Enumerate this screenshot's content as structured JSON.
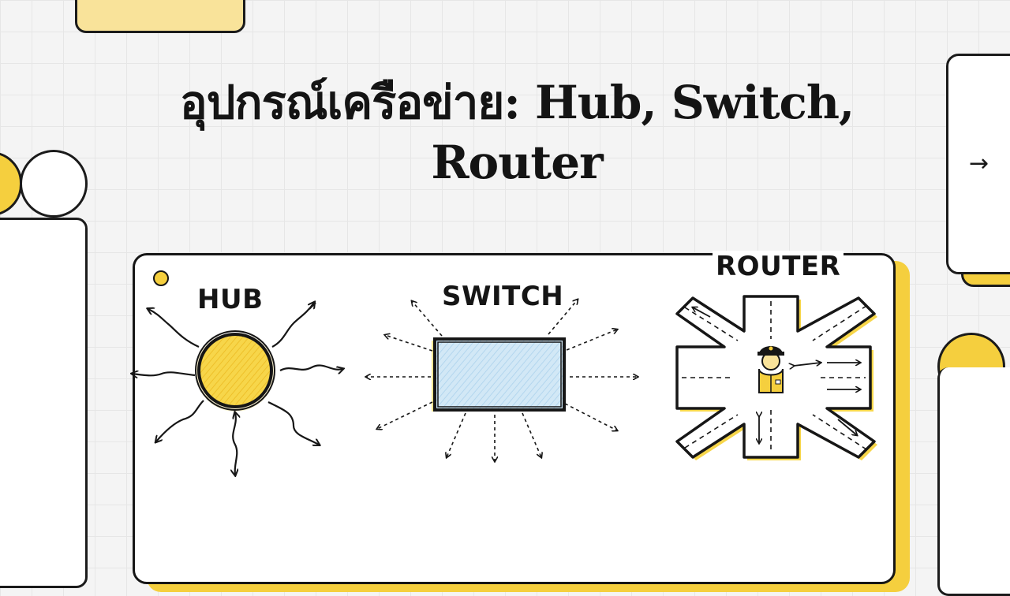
{
  "slide": {
    "title_line1": "อุปกรณ์เครือข่าย: Hub, Switch,",
    "title_line2": "Router",
    "next_arrow": "→"
  },
  "devices": {
    "hub": {
      "label": "HUB",
      "icon": "sun-hub-icon"
    },
    "switch": {
      "label": "SWITCH",
      "icon": "switch-box-icon"
    },
    "router": {
      "label": "ROUTER",
      "icon": "crossroads-router-icon"
    }
  },
  "colors": {
    "accent_yellow": "#f5cf3e",
    "switch_blue": "#c9e3f3",
    "ink": "#161616",
    "background": "#f4f4f4"
  }
}
